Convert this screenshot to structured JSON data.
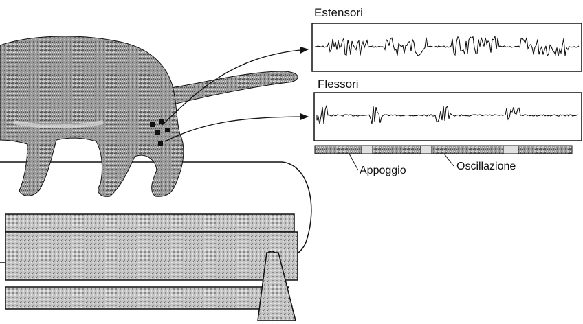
{
  "labels": {
    "extensors": "Estensori",
    "flexors": "Flessori",
    "stance": "Appoggio",
    "swing": "Oscillazione"
  },
  "colors": {
    "ink": "#111111",
    "cat_fill": "#8c8c8c",
    "belt_fill": "#b5b5b5",
    "stance_bar": "#6e6e6e",
    "swing_bar": "#e0e0e0"
  },
  "phase_bar": {
    "segments": [
      "stance",
      "swing",
      "stance",
      "swing",
      "stance",
      "swing",
      "stance"
    ]
  },
  "icons": [
    "cat-figure",
    "treadmill",
    "electrode-marks",
    "emg-trace-extensors",
    "emg-trace-flexors"
  ]
}
